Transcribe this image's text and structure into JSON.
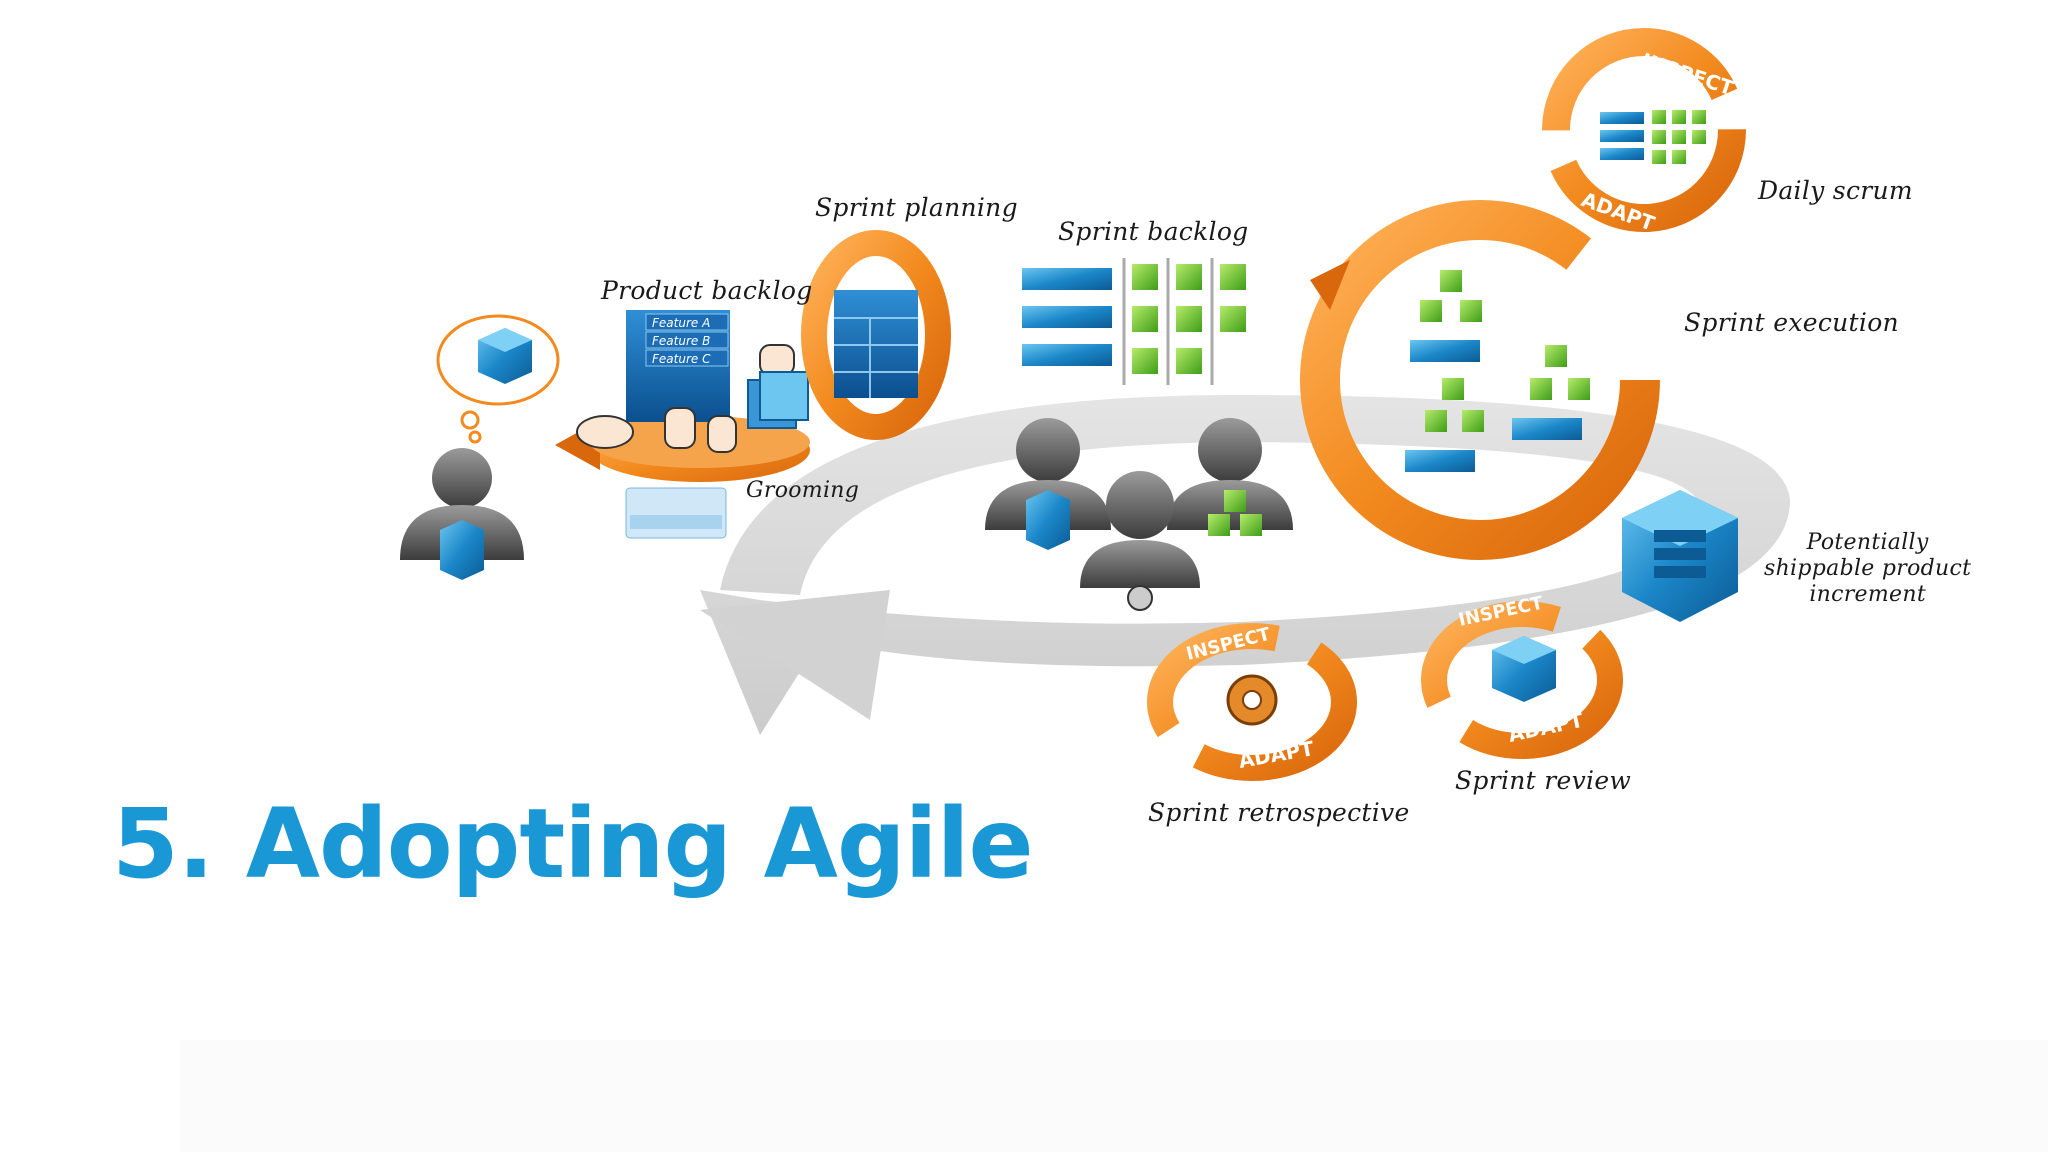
{
  "slide": {
    "title": "5. Adopting Agile"
  },
  "diagram": {
    "labels": {
      "product_backlog": "Product backlog",
      "sprint_planning": "Sprint planning",
      "sprint_backlog": "Sprint backlog",
      "grooming": "Grooming",
      "daily_scrum": "Daily scrum",
      "sprint_execution": "Sprint execution",
      "potentially_shippable": "Potentially\nshippable product\nincrement",
      "sprint_review": "Sprint review",
      "sprint_retrospective": "Sprint retrospective"
    },
    "backlog_features": [
      "Feature A",
      "Feature B",
      "Feature C"
    ],
    "cycle_words": {
      "inspect": "INSPECT",
      "adapt": "ADAPT"
    },
    "colors": {
      "title_blue": "#1a98d5",
      "orange": "#f28a1e",
      "orange_dark": "#d9670c",
      "blue": "#1b87c9",
      "green": "#5fbf2b",
      "gray_track": "#d6d6d6"
    }
  }
}
